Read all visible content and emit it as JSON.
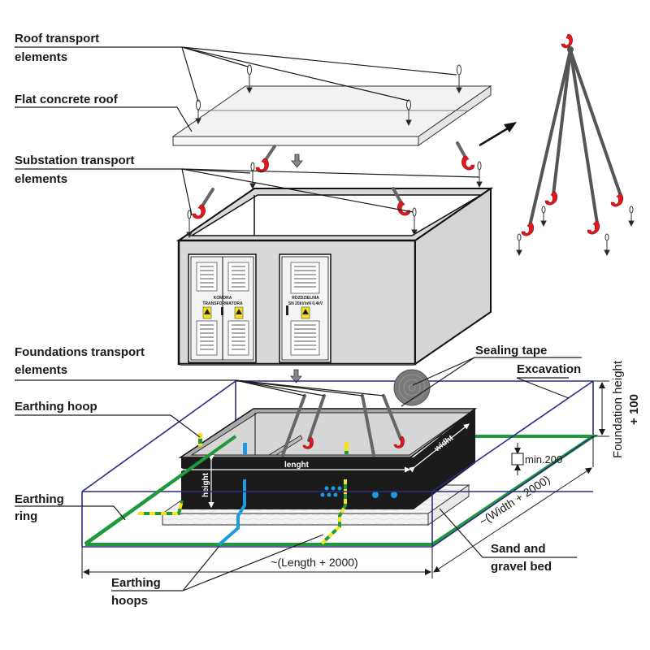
{
  "diagram": {
    "labels": {
      "roof_transport_line1": "Roof transport",
      "roof_transport_line2": "elements",
      "flat_roof": "Flat concrete roof",
      "substation_transport_line1": "Substation transport",
      "substation_transport_line2": "elements",
      "foundations_transport_line1": "Foundations transport",
      "foundations_transport_line2": "elements",
      "earthing_hoop": "Earthing hoop",
      "earthing_ring_line1": "Earthing",
      "earthing_ring_line2": "ring",
      "earthing_hoops_line1": "Earthing",
      "earthing_hoops_line2": "hoops",
      "sealing_tape": "Sealing tape",
      "excavation": "Excavation",
      "foundation_height_line1": "Foundation height",
      "foundation_height_line2": "+ 100",
      "sand_gravel_line1": "Sand and",
      "sand_gravel_line2": "gravel bed"
    },
    "dimensions": {
      "length_total": "~(Length + 2000)",
      "width_total": "~(Width + 2000)",
      "min_bed": "min.200",
      "foundation_length": "lenght",
      "foundation_width": "widht",
      "foundation_height": "height"
    },
    "door_signs": {
      "transformer_line1": "KOMORA",
      "transformer_line2": "TRANSFORMATORA",
      "switchgear_line1": "ROZDZIELNIA",
      "switchgear_line2": "SN 20kV/nN 0,4kV"
    },
    "colors": {
      "excavation": "#2b2a86",
      "earthing_green": "#1e9a3c",
      "earthing_yellow": "#f5e21a",
      "earthing_blue": "#1c9be0",
      "hook_red": "#e2171d",
      "foundation_black": "#1b1b1b"
    }
  }
}
